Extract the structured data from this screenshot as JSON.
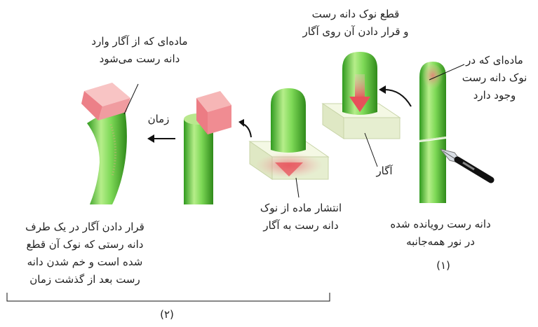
{
  "labels": {
    "cut_tip": [
      "قطع نوک دانه رست",
      "و قرار دادن آن روی آگار"
    ],
    "tip_substance": [
      "ماده‌ای که در",
      "نوک دانه رست",
      "وجود دارد"
    ],
    "substance_enters": [
      "ماده‌ای که از آگار وارد",
      "دانه رست می‌شود"
    ],
    "time": "زمان",
    "agar": "آگار",
    "diffusion": [
      "انتشار ماده از نوک",
      "دانه رست به آگار"
    ],
    "seedling_all_light": [
      "دانه رست رویانده شده",
      "در نور همه‌جانبه"
    ],
    "placing_agar": [
      "قرار دادن آگار در یک طرف",
      "دانه رستی که نوک آن قطع",
      "شده است و خم شدن دانه",
      "رست بعد از گذشت زمان"
    ]
  },
  "step_numbers": {
    "step1": "(۱)",
    "step2": "(۲)"
  },
  "colors": {
    "stem_light": "#b6ee8a",
    "stem_mid": "#5fcc3a",
    "stem_dark": "#2f9a1e",
    "agar_block": "#eef4d4",
    "auxin_red": "#e8505a",
    "tip_pink": "#e9a0a0"
  }
}
